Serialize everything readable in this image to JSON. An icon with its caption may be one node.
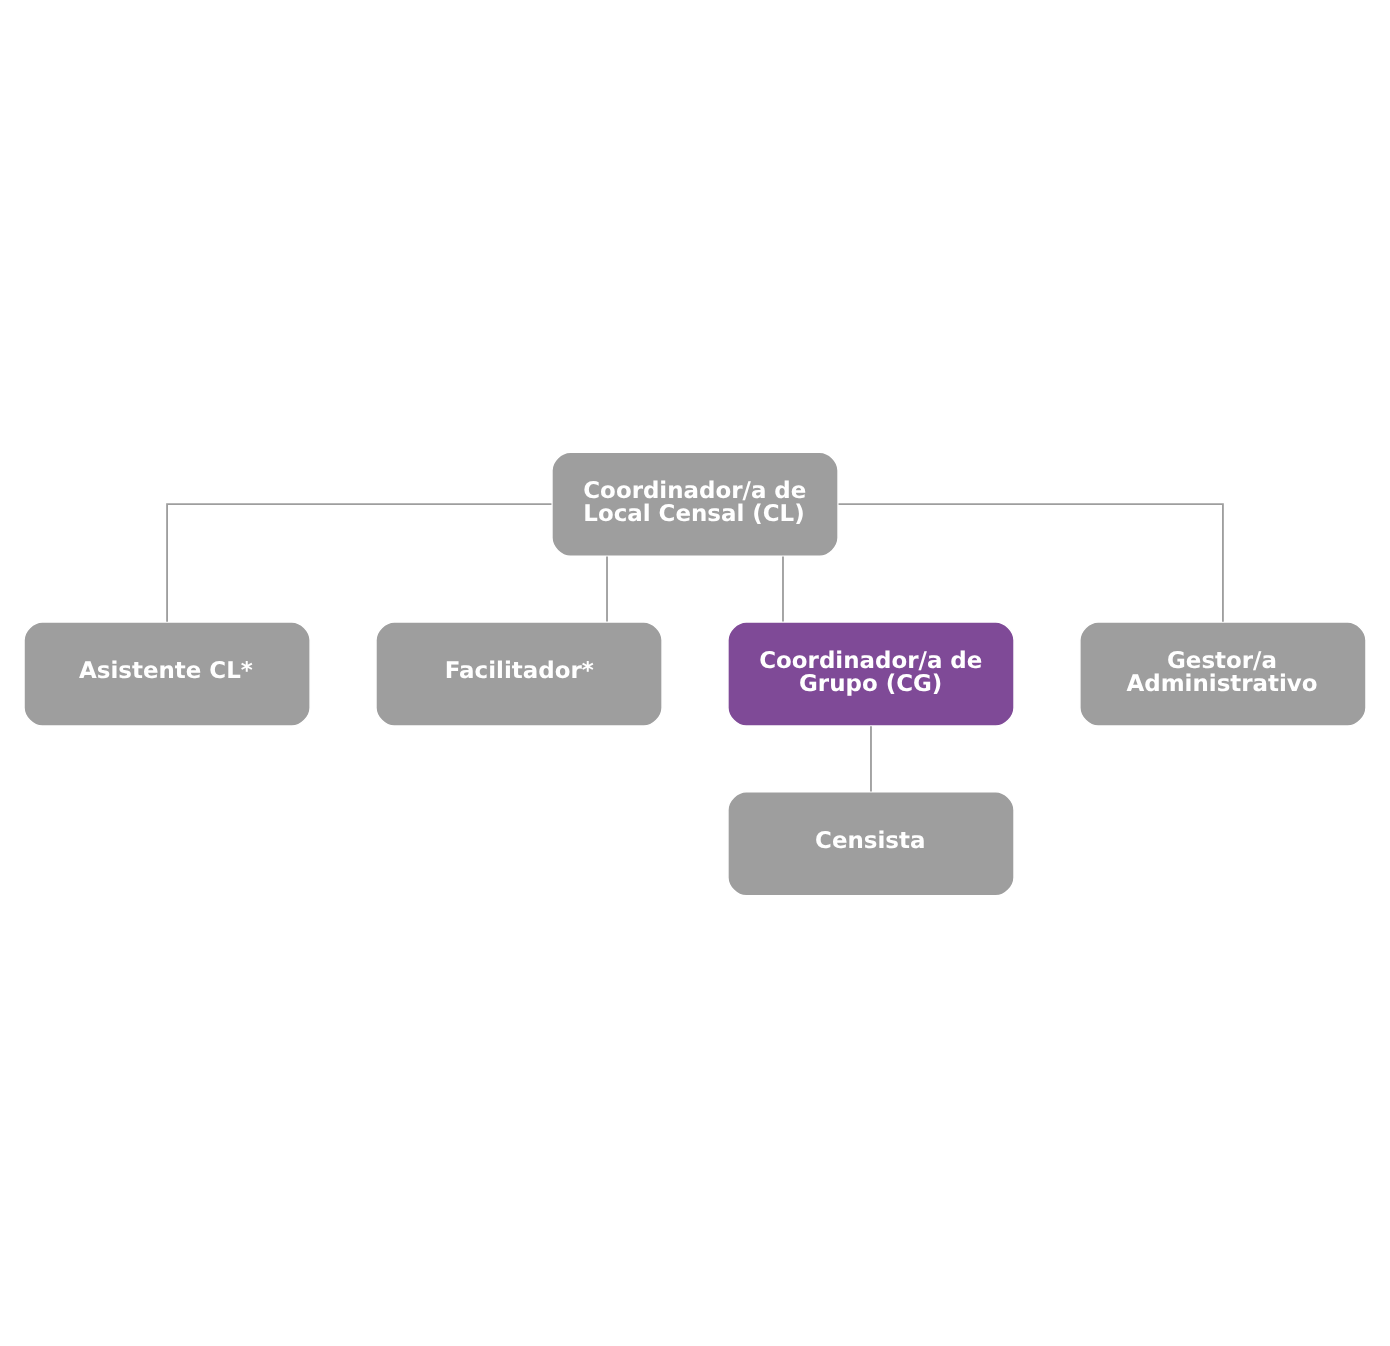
{
  "diagram": {
    "nodes": [
      {
        "text": [
          "Coordinador/a de Local Censal (CL)"
        ]
      },
      {
        "text": [
          "Asistente CL*"
        ]
      },
      {
        "text": [
          "Facilitador*"
        ]
      },
      {
        "text": [
          "Coordinador/a de Grupo (CG)"
        ]
      },
      {
        "text": [
          "Gestor/a Administrativo"
        ]
      },
      {
        "text": [
          "Censista"
        ]
      }
    ],
    "edges": [
      {
        "from": 0,
        "to": 1,
        "arrow": "none"
      },
      {
        "from": 0,
        "to": 2,
        "arrow": "none"
      },
      {
        "from": 0,
        "to": 3,
        "arrow": "none"
      },
      {
        "from": 0,
        "to": 4,
        "arrow": "none"
      },
      {
        "from": 3,
        "to": 5,
        "arrow": "none"
      }
    ]
  }
}
